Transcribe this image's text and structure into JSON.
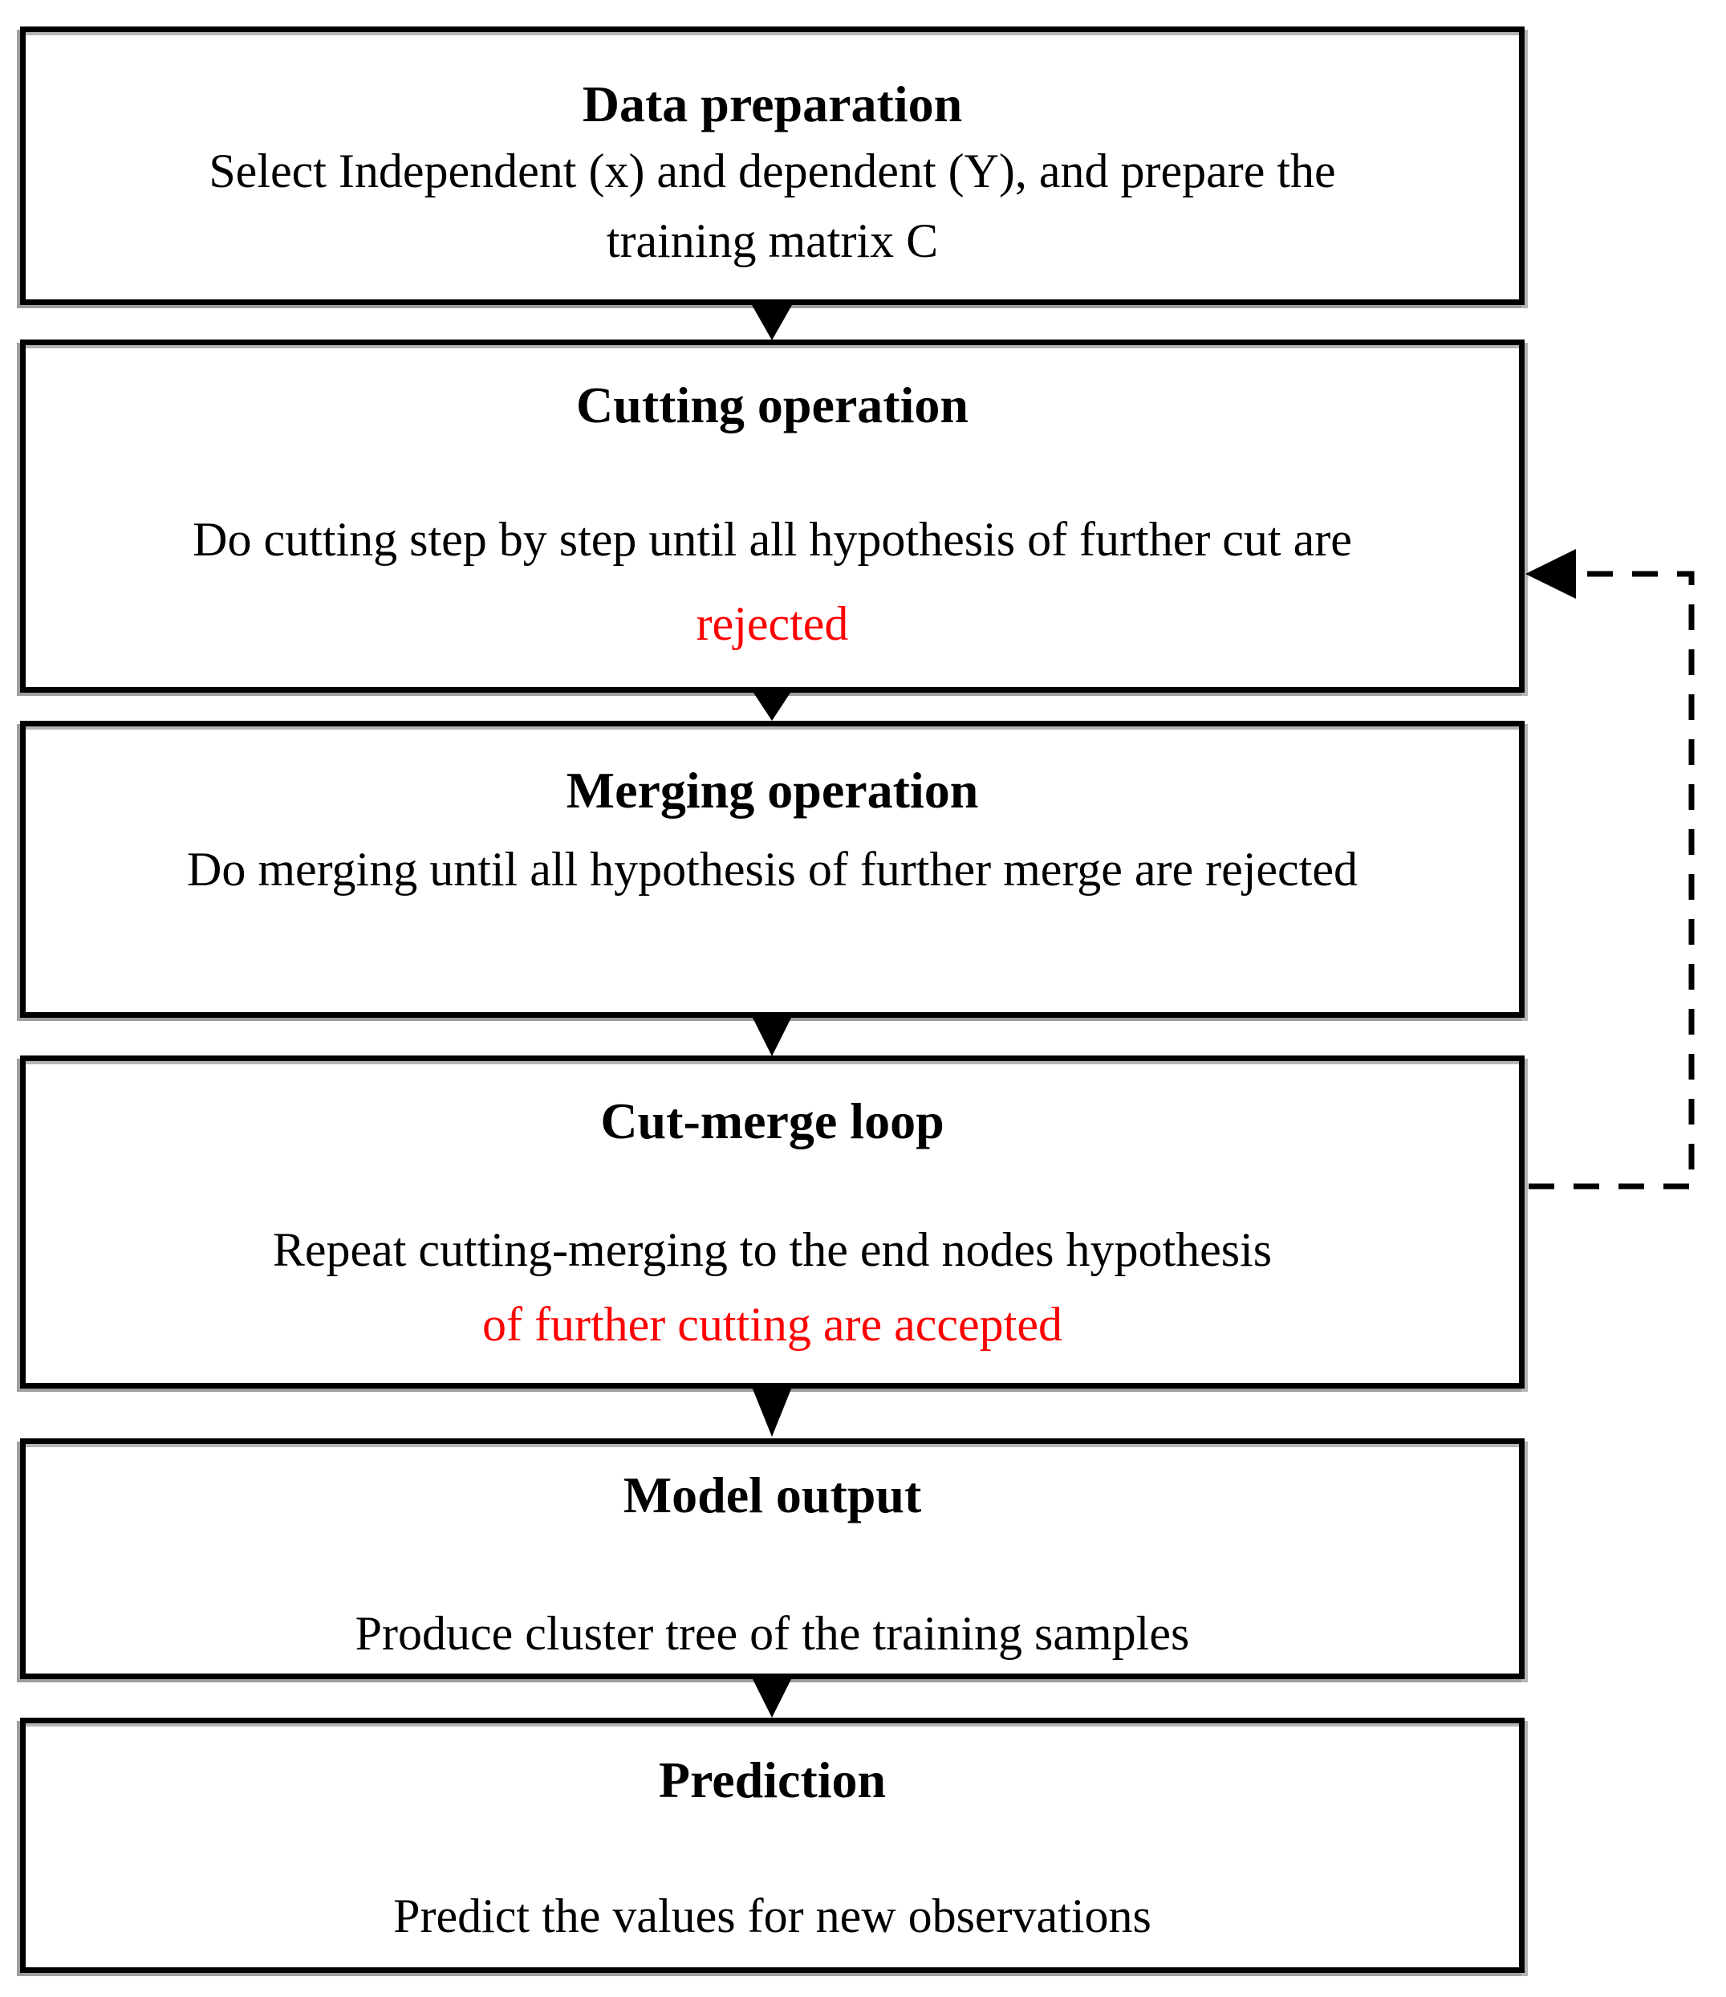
{
  "figure": {
    "type": "flowchart",
    "colors": {
      "red": "#ff0000",
      "black": "#000000"
    },
    "boxes": [
      {
        "id": "data-preparation",
        "title": "Data preparation",
        "lines": [
          {
            "text": "Select Independent (x) and dependent (Y), and prepare the",
            "red": false
          },
          {
            "text": "training matrix C",
            "red": false
          }
        ]
      },
      {
        "id": "cutting-operation",
        "title": "Cutting operation",
        "lines": [
          {
            "text": "Do cutting step by step until all hypothesis of further cut are",
            "red": false
          },
          {
            "text": "rejected",
            "red": true
          }
        ]
      },
      {
        "id": "merging-operation",
        "title": "Merging operation",
        "lines": [
          {
            "text": "Do merging until all hypothesis of further merge are rejected",
            "red": false
          }
        ]
      },
      {
        "id": "cut-merge-loop",
        "title": "Cut-merge loop",
        "lines": [
          {
            "text": "Repeat cutting-merging to the end nodes hypothesis",
            "red": false
          },
          {
            "text": "of further cutting are accepted",
            "red": true
          }
        ]
      },
      {
        "id": "model-output",
        "title": "Model output",
        "lines": [
          {
            "text": "Produce cluster tree of the training samples",
            "red": false
          }
        ]
      },
      {
        "id": "prediction",
        "title": "Prediction",
        "lines": [
          {
            "text": "Predict the values for new observations",
            "red": false
          }
        ]
      }
    ]
  }
}
